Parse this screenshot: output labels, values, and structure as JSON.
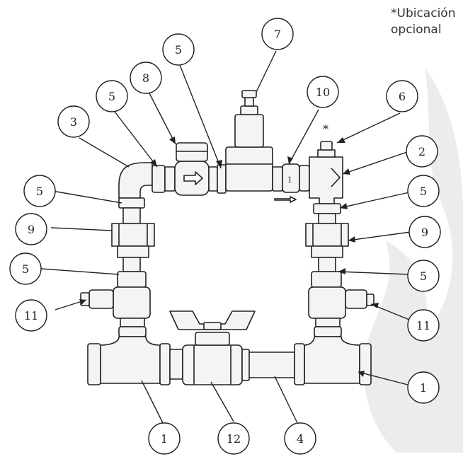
{
  "note": {
    "line1": "*Ubicación",
    "line2": "opcional"
  },
  "asterisk": "*",
  "callouts": [
    {
      "id": "c7",
      "label": "7"
    },
    {
      "id": "c5a",
      "label": "5"
    },
    {
      "id": "c8",
      "label": "8"
    },
    {
      "id": "c10",
      "label": "10"
    },
    {
      "id": "c6",
      "label": "6"
    },
    {
      "id": "c5b",
      "label": "5"
    },
    {
      "id": "c3",
      "label": "3"
    },
    {
      "id": "c2",
      "label": "2"
    },
    {
      "id": "c5c",
      "label": "5"
    },
    {
      "id": "c5d",
      "label": "5"
    },
    {
      "id": "c9a",
      "label": "9"
    },
    {
      "id": "c9b",
      "label": "9"
    },
    {
      "id": "c5e",
      "label": "5"
    },
    {
      "id": "c5f",
      "label": "5"
    },
    {
      "id": "c11a",
      "label": "11"
    },
    {
      "id": "c11b",
      "label": "11"
    },
    {
      "id": "c1a",
      "label": "1"
    },
    {
      "id": "c1b",
      "label": "1"
    },
    {
      "id": "c12",
      "label": "12"
    },
    {
      "id": "c4",
      "label": "4"
    }
  ],
  "colors": {
    "line": "#222222",
    "metal": "#f4f4f4",
    "watermark": "#ececec",
    "note_text": "#333333"
  }
}
